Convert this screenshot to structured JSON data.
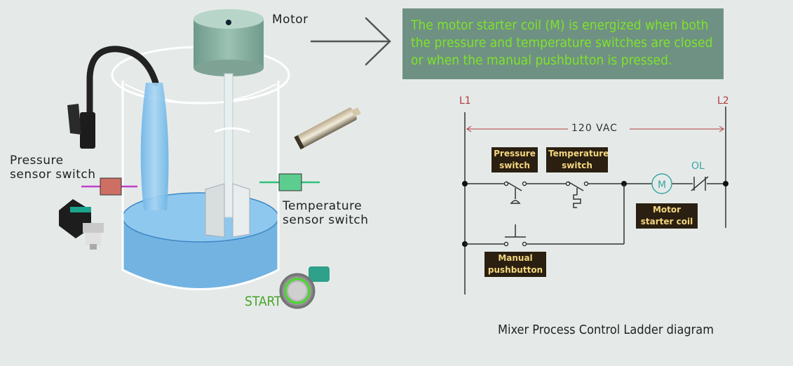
{
  "illustration": {
    "motor_label": "Motor",
    "pressure_label": [
      "Pressure",
      "sensor switch"
    ],
    "temperature_label": [
      "Temperature",
      "sensor switch"
    ],
    "start_label": "START"
  },
  "note": {
    "lines": [
      "The motor starter coil (M) is energized when both",
      "the pressure and temperature switches are closed",
      "or when the manual pushbutton is pressed."
    ]
  },
  "ladder": {
    "rail_left": "L1",
    "rail_right": "L2",
    "voltage": "120 VAC",
    "pressure_switch": [
      "Pressure",
      "switch"
    ],
    "temperature_switch": [
      "Temperature",
      "switch"
    ],
    "motor_coil_symbol": "M",
    "overload": "OL",
    "motor_coil": [
      "Motor",
      "starter coil"
    ],
    "manual_pushbutton": [
      "Manual",
      "pushbutton"
    ],
    "caption": "Mixer Process Control Ladder diagram"
  },
  "colors": {
    "note_bg": "#6f9183",
    "note_text": "#7ee32a",
    "tag_bg": "#2a1f10",
    "tag_text": "#f4d680",
    "rail_label": "#b03a3a",
    "coil": "#3aa6a0"
  }
}
